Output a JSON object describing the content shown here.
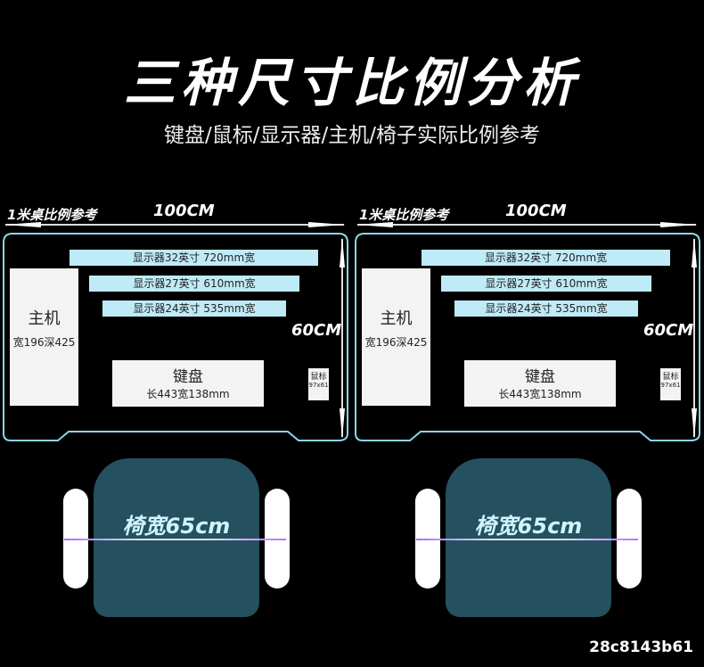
{
  "title": "三种尺寸比例分析",
  "subtitle": "键盘/鼠标/显示器/主机/椅子实际比例参考",
  "panel": {
    "ref_label": "1米桌比例参考",
    "width_label": "100CM",
    "depth_label": "60CM",
    "monitors": [
      "显示器32英寸 720mm宽",
      "显示器27英寸 610mm宽",
      "显示器24英寸 535mm宽"
    ],
    "host": {
      "name": "主机",
      "size": "宽196深425"
    },
    "keyboard": {
      "name": "键盘",
      "size": "长443宽138mm"
    },
    "mouse": {
      "name": "鼠标",
      "size": "97x61"
    },
    "chair_label": "椅宽65cm"
  },
  "id": "28c8143b61"
}
